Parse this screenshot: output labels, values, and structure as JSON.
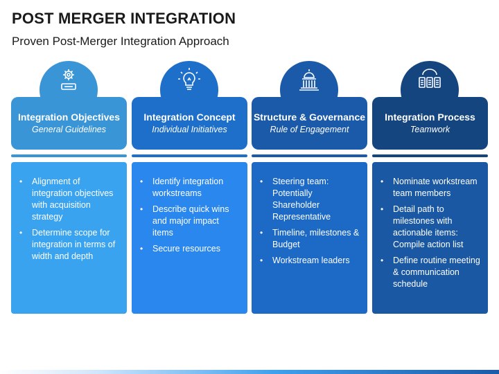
{
  "slide": {
    "title": "POST MERGER INTEGRATION",
    "subtitle": "Proven Post-Merger Integration Approach"
  },
  "columns": [
    {
      "icon": "gear-hand-icon",
      "title": "Integration Objectives",
      "subtitle": "General Guidelines",
      "bullets": [
        "Alignment of integration objectives with acquisition strategy",
        "Determine scope for integration in terms of width and depth"
      ]
    },
    {
      "icon": "lightbulb-icon",
      "title": "Integration Concept",
      "subtitle": "Individual Initiatives",
      "bullets": [
        "Identify integration workstreams",
        "Describe quick wins and major impact items",
        "Secure resources"
      ]
    },
    {
      "icon": "capitol-building-icon",
      "title": "Structure & Governance",
      "subtitle": "Rule of Engagement",
      "bullets": [
        "Steering team: Potentially Shareholder Representative",
        "Timeline, milestones & Budget",
        "Workstream leaders"
      ]
    },
    {
      "icon": "team-network-icon",
      "title": "Integration Process",
      "subtitle": "Teamwork",
      "bullets": [
        "Nominate workstream team members",
        "Detail path to milestones with actionable items: Compile action list",
        "Define routine meeting & communication schedule"
      ]
    }
  ],
  "colors": {
    "col1": "#3a95d6",
    "col2": "#1e6fc9",
    "col3": "#1b5aa8",
    "col4": "#14457f"
  }
}
